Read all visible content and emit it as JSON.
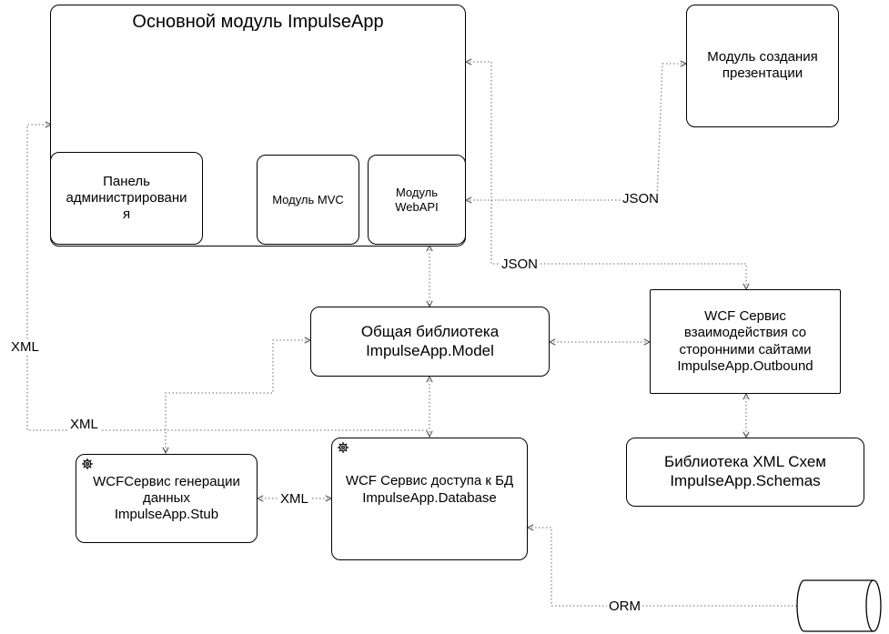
{
  "boxes": {
    "main_module": "Основной модуль ImpulseApp",
    "presentation_module": "Модуль создания\nпрезентации",
    "admin_panel": "Панель\nадминистрировани\nя",
    "mvc_module": "Модуль MVC",
    "webapi_module": "Модуль\nWebAPI",
    "model_library": "Общая библиотека\nImpulseApp.Model",
    "outbound_service": "WCF Сервис\nвзаимодействия со\nсторонними сайтами\nImpulseApp.Outbound",
    "schemas_library": "Библиотека XML Схем\nImpulseApp.Schemas",
    "stub_service": "WCFСервис генерации\nданных\nImpulseApp.Stub",
    "database_service": "WCF Сервис доступа к БД\nImpulseApp.Database"
  },
  "edge_labels": {
    "json_presentation": "JSON",
    "json_outbound": "JSON",
    "xml_left": "XML",
    "xml_bottom": "XML",
    "xml_stub_db": "XML",
    "orm": "ORM"
  },
  "icons": {
    "service_icon": "gear-icon",
    "database_icon": "database-cylinder-icon"
  }
}
